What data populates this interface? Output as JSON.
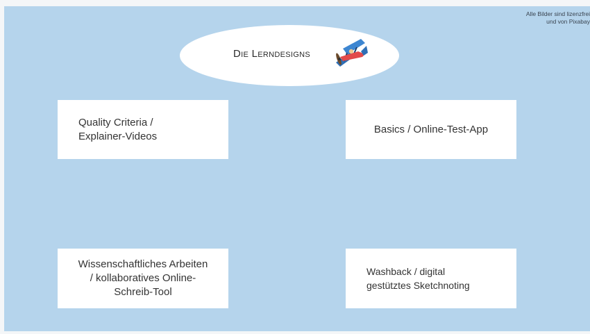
{
  "credit": {
    "line1": "Alle Bilder sind lizenzfrei",
    "line2": "und von Pixabay"
  },
  "title": "Die Lerndesigns",
  "icons": {
    "title_icon": "airplane-icon"
  },
  "boxes": [
    {
      "label": "Quality Criteria / Explainer-Videos",
      "lines": [
        "Quality Criteria /",
        "Explainer-Videos"
      ]
    },
    {
      "label": "Basics / Online-Test-App",
      "lines": [
        "Basics / Online-Test-App"
      ]
    },
    {
      "label": "Wissenschaftliches Arbeiten / kollaboratives Online-Schreib-Tool",
      "lines": [
        "Wissenschaftliches Arbeiten",
        "/ kollaboratives Online-",
        "Schreib-Tool"
      ]
    },
    {
      "label": "Washback / digital gestütztes Sketchnoting",
      "lines": [
        "Washback / digital",
        "gestütztes Sketchnoting"
      ]
    }
  ],
  "colors": {
    "background": "#b5d4ec",
    "box": "#ffffff",
    "text": "#333333"
  }
}
